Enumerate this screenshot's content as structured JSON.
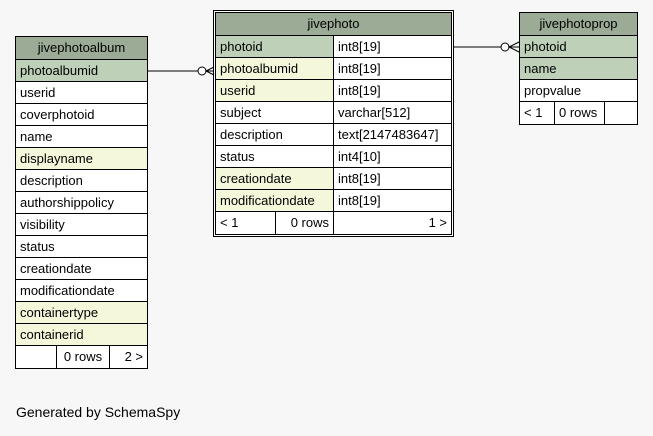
{
  "caption": "Generated by SchemaSpy",
  "tables": {
    "album": {
      "name": "jivephotoalbum",
      "rows": [
        {
          "label": "photoalbumid",
          "kind": "pk"
        },
        {
          "label": "userid",
          "kind": "plain"
        },
        {
          "label": "coverphotoid",
          "kind": "plain"
        },
        {
          "label": "name",
          "kind": "plain"
        },
        {
          "label": "displayname",
          "kind": "fk"
        },
        {
          "label": "description",
          "kind": "plain"
        },
        {
          "label": "authorshippolicy",
          "kind": "plain"
        },
        {
          "label": "visibility",
          "kind": "plain"
        },
        {
          "label": "status",
          "kind": "plain"
        },
        {
          "label": "creationdate",
          "kind": "plain"
        },
        {
          "label": "modificationdate",
          "kind": "plain"
        },
        {
          "label": "containertype",
          "kind": "fk"
        },
        {
          "label": "containerid",
          "kind": "fk"
        }
      ],
      "footer": {
        "parents": "",
        "rows": "0 rows",
        "children": "2 >"
      }
    },
    "photo": {
      "name": "jivephoto",
      "rows": [
        {
          "label": "photoid",
          "type": "int8[19]",
          "kind": "pk"
        },
        {
          "label": "photoalbumid",
          "type": "int8[19]",
          "kind": "fk"
        },
        {
          "label": "userid",
          "type": "int8[19]",
          "kind": "fk"
        },
        {
          "label": "subject",
          "type": "varchar[512]",
          "kind": "plain"
        },
        {
          "label": "description",
          "type": "text[2147483647]",
          "kind": "plain"
        },
        {
          "label": "status",
          "type": "int4[10]",
          "kind": "plain"
        },
        {
          "label": "creationdate",
          "type": "int8[19]",
          "kind": "fk"
        },
        {
          "label": "modificationdate",
          "type": "int8[19]",
          "kind": "fk"
        }
      ],
      "footer": {
        "parents": "< 1",
        "rows": "0 rows",
        "children": "1 >"
      }
    },
    "prop": {
      "name": "jivephotoprop",
      "rows": [
        {
          "label": "photoid",
          "kind": "pk"
        },
        {
          "label": "name",
          "kind": "pk"
        },
        {
          "label": "propvalue",
          "kind": "plain"
        }
      ],
      "footer": {
        "parents": "< 1",
        "rows": "0 rows",
        "children": ""
      }
    }
  }
}
